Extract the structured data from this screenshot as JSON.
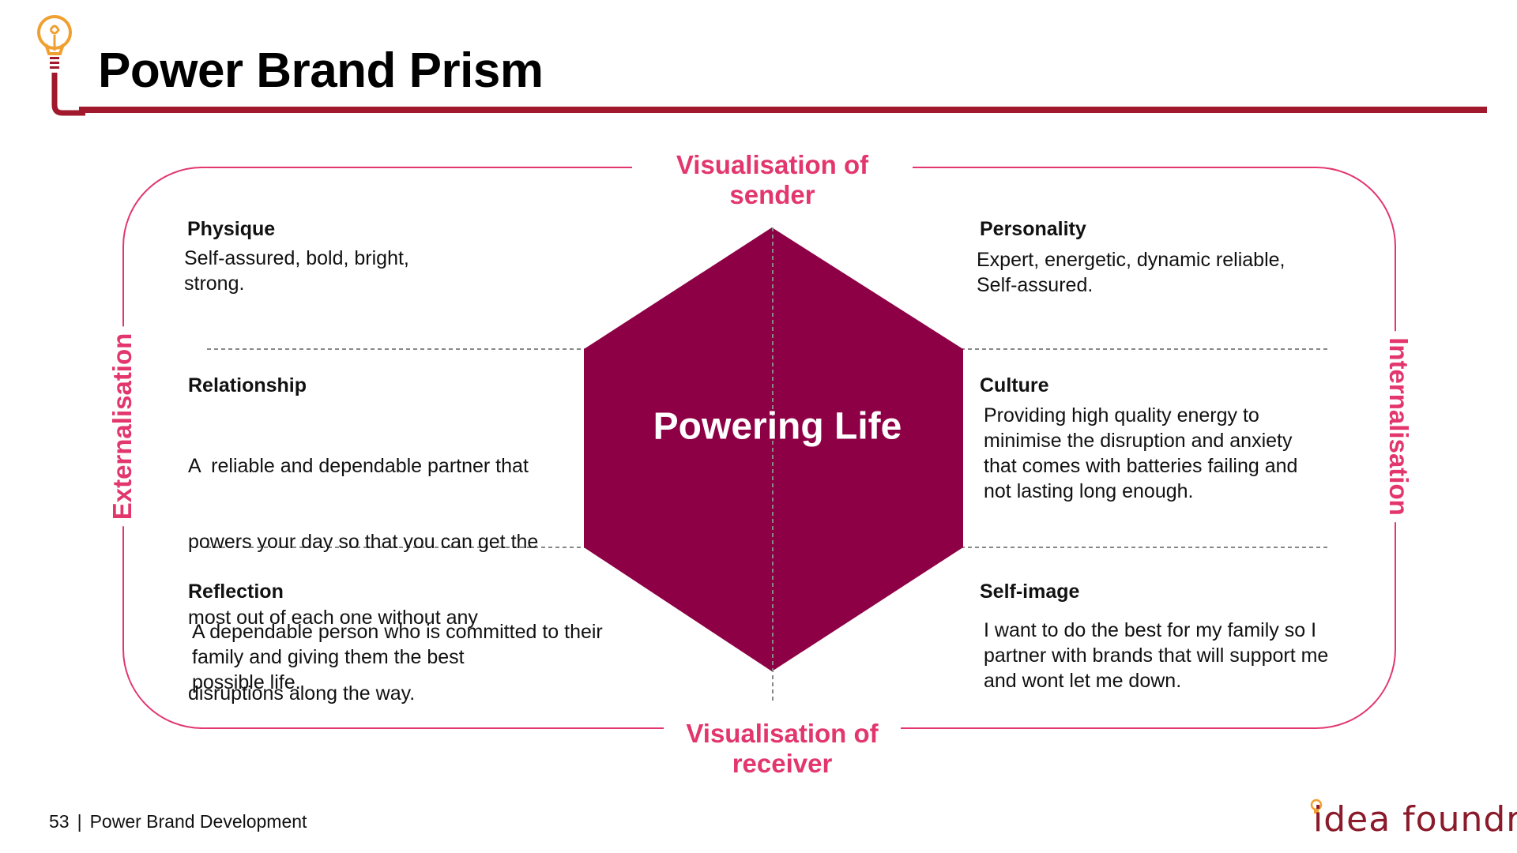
{
  "header": {
    "title": "Power Brand Prism"
  },
  "prism": {
    "top_axis": "Visualisation of sender",
    "bottom_axis": "Visualisation of receiver",
    "left_axis": "Externalisation",
    "right_axis": "Internalisation",
    "core": "Powering Life",
    "facets": {
      "physique": {
        "title": "Physique",
        "lines": [
          "Self-assured, bold, bright,",
          "strong."
        ]
      },
      "personality": {
        "title": "Personality",
        "lines": [
          "Expert, energetic, dynamic reliable,",
          "Self-assured."
        ]
      },
      "relationship": {
        "title": "Relationship",
        "lines": [
          "A  reliable and dependable partner that",
          "powers your day so that you can get the",
          "most out of each one without any",
          "disruptions along the way."
        ]
      },
      "culture": {
        "title": "Culture",
        "lines": [
          "Providing high quality energy to",
          "minimise the disruption and anxiety",
          "that comes with batteries failing and",
          "not lasting long enough."
        ]
      },
      "reflection": {
        "title": "Reflection",
        "lines": [
          "A dependable person who is committed to their",
          "family and giving them the best",
          "possible life."
        ]
      },
      "self_image": {
        "title": "Self-image",
        "lines": [
          "I want to do the best for my family so I",
          "partner with brands that will support me",
          "and wont let me down."
        ]
      }
    }
  },
  "footer": {
    "page_number": "53",
    "separator": "|",
    "section": "Power Brand Development"
  },
  "logo": {
    "text": "idea foundry"
  },
  "colors": {
    "accent_pink": "#e2366d",
    "hexagon": "#8e0045",
    "header_rule": "#a0192c",
    "bulb": "#f0a030"
  }
}
